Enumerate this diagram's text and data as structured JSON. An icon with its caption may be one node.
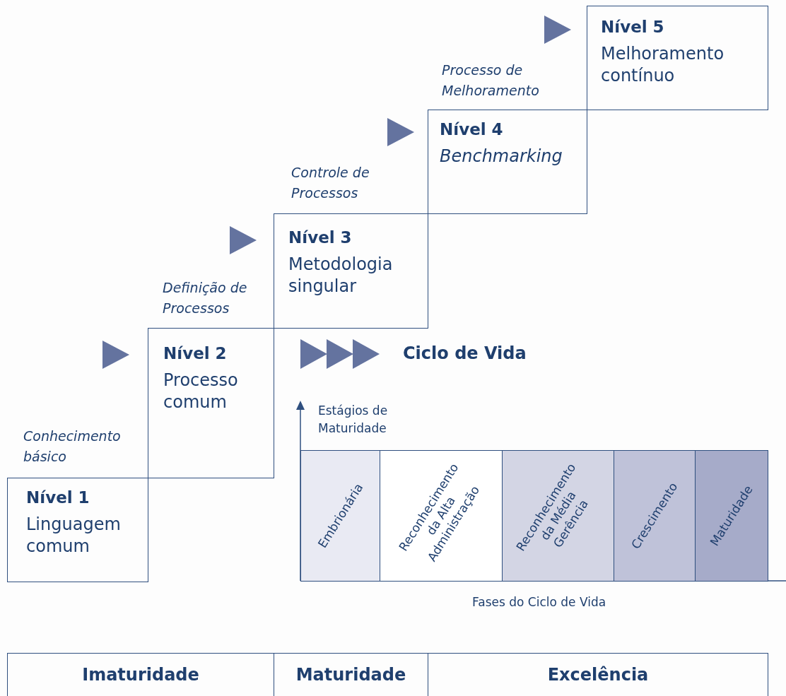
{
  "diagram": {
    "nodes": [
      {
        "text": [
          "Nível 1",
          "Linguagem comum"
        ],
        "beside": [
          "Conhecimento básico"
        ]
      },
      {
        "text": [
          "Nível 2",
          "Processo comum"
        ],
        "beside": [
          "Definição de Processos"
        ]
      },
      {
        "text": [
          "Nível 3",
          "Metodologia singular"
        ],
        "beside": [
          "Controle de Processos"
        ]
      },
      {
        "text": [
          "Nível 4",
          "Benchmarking"
        ],
        "beside": [
          "Processo de Melhoramento"
        ]
      },
      {
        "text": [
          "Nível 5",
          "Melhoramento contínuo"
        ]
      },
      {
        "text": [
          "Embrionária"
        ]
      },
      {
        "text": [
          "Reconhecimento da Alta Administração"
        ]
      },
      {
        "text": [
          "Reconhecimento da Média Gerência"
        ]
      },
      {
        "text": [
          "Crescimento"
        ]
      },
      {
        "text": [
          "Maturidade"
        ]
      },
      {
        "text": [
          "Imaturidade"
        ]
      },
      {
        "text": [
          "Maturidade"
        ]
      },
      {
        "text": [
          "Excelência"
        ]
      }
    ],
    "labels": [
      "Ciclo de Vida",
      "Estágios de Maturidade",
      "Fases do Ciclo de Vida"
    ]
  }
}
